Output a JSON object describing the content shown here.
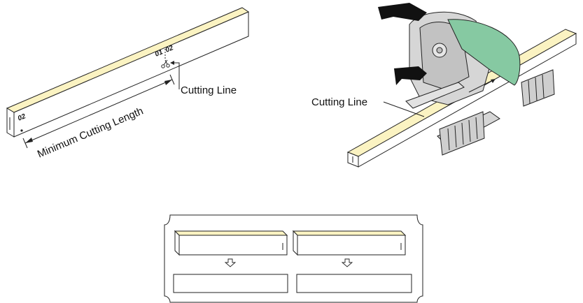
{
  "labels": {
    "cutting_line_left": "Cutting Line",
    "minimum_cutting_length": "Minimum Cutting Length",
    "cutting_line_right": "Cutting Line"
  },
  "marks": {
    "label_end": "02",
    "label_near_cut_a": "01",
    "label_near_cut_b": "02"
  },
  "colors": {
    "strip_top": "#fbf3c2",
    "blade_guard": "#86c9a2",
    "tool_body": "#d6d6d6",
    "handle": "#111111"
  },
  "icons": {
    "scissors_mark": "scissors-icon",
    "down_arrow": "down-arrow-icon"
  }
}
